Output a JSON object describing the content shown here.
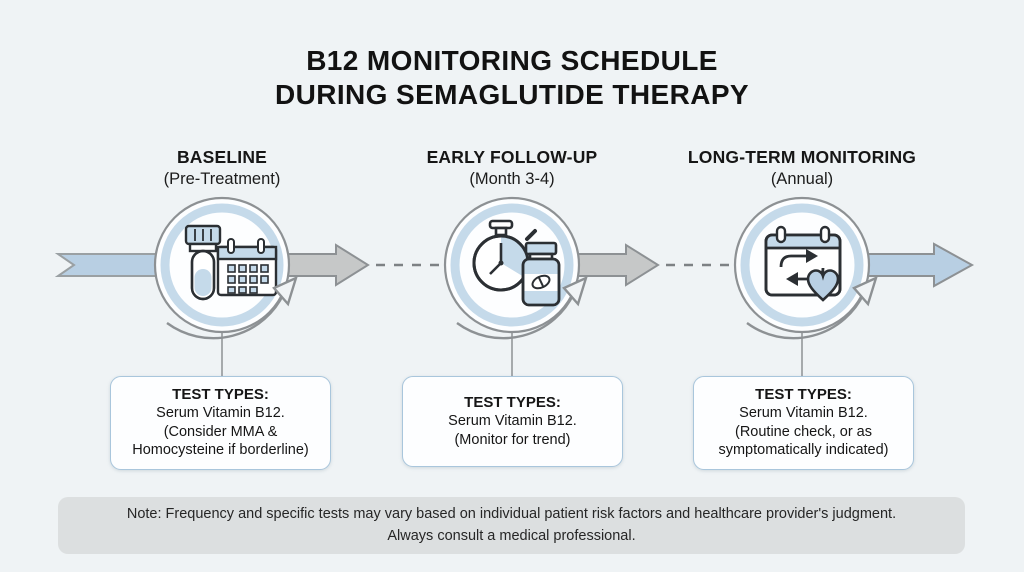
{
  "title": {
    "line1": "B12 MONITORING SCHEDULE",
    "line2": "DURING SEMAGLUTIDE THERAPY"
  },
  "stages": [
    {
      "label": "BASELINE",
      "sublabel": "(Pre-Treatment)",
      "icon": "blood-sample-calendar-icon",
      "box": {
        "heading": "TEST TYPES:",
        "lines": [
          "Serum Vitamin B12.",
          "(Consider MMA &",
          "Homocysteine if borderline)"
        ]
      }
    },
    {
      "label": "EARLY FOLLOW-UP",
      "sublabel": "(Month 3-4)",
      "icon": "stopwatch-medication-icon",
      "box": {
        "heading": "TEST TYPES:",
        "lines": [
          "Serum Vitamin B12.",
          "(Monitor for trend)"
        ]
      }
    },
    {
      "label": "LONG-TERM MONITORING",
      "sublabel": "(Annual)",
      "icon": "recurring-calendar-heart-icon",
      "box": {
        "heading": "TEST TYPES:",
        "lines": [
          "Serum Vitamin B12.",
          "(Routine check, or as",
          "symptomatically indicated)"
        ]
      }
    }
  ],
  "note": {
    "line1": "Note: Frequency and specific tests may vary based on individual patient risk factors and healthcare provider's judgment.",
    "line2": "Always consult a medical professional."
  },
  "colors": {
    "background": "#eff3f5",
    "accent_blue": "#b8cfe3",
    "ring_blue": "#c5daea",
    "arrow_gray": "#c6c8c8",
    "outline_gray": "#8d9194",
    "icon_stroke": "#2b2f33",
    "box_border": "#a9c6dc",
    "note_background": "#dcdfe0",
    "text": "#161616"
  }
}
